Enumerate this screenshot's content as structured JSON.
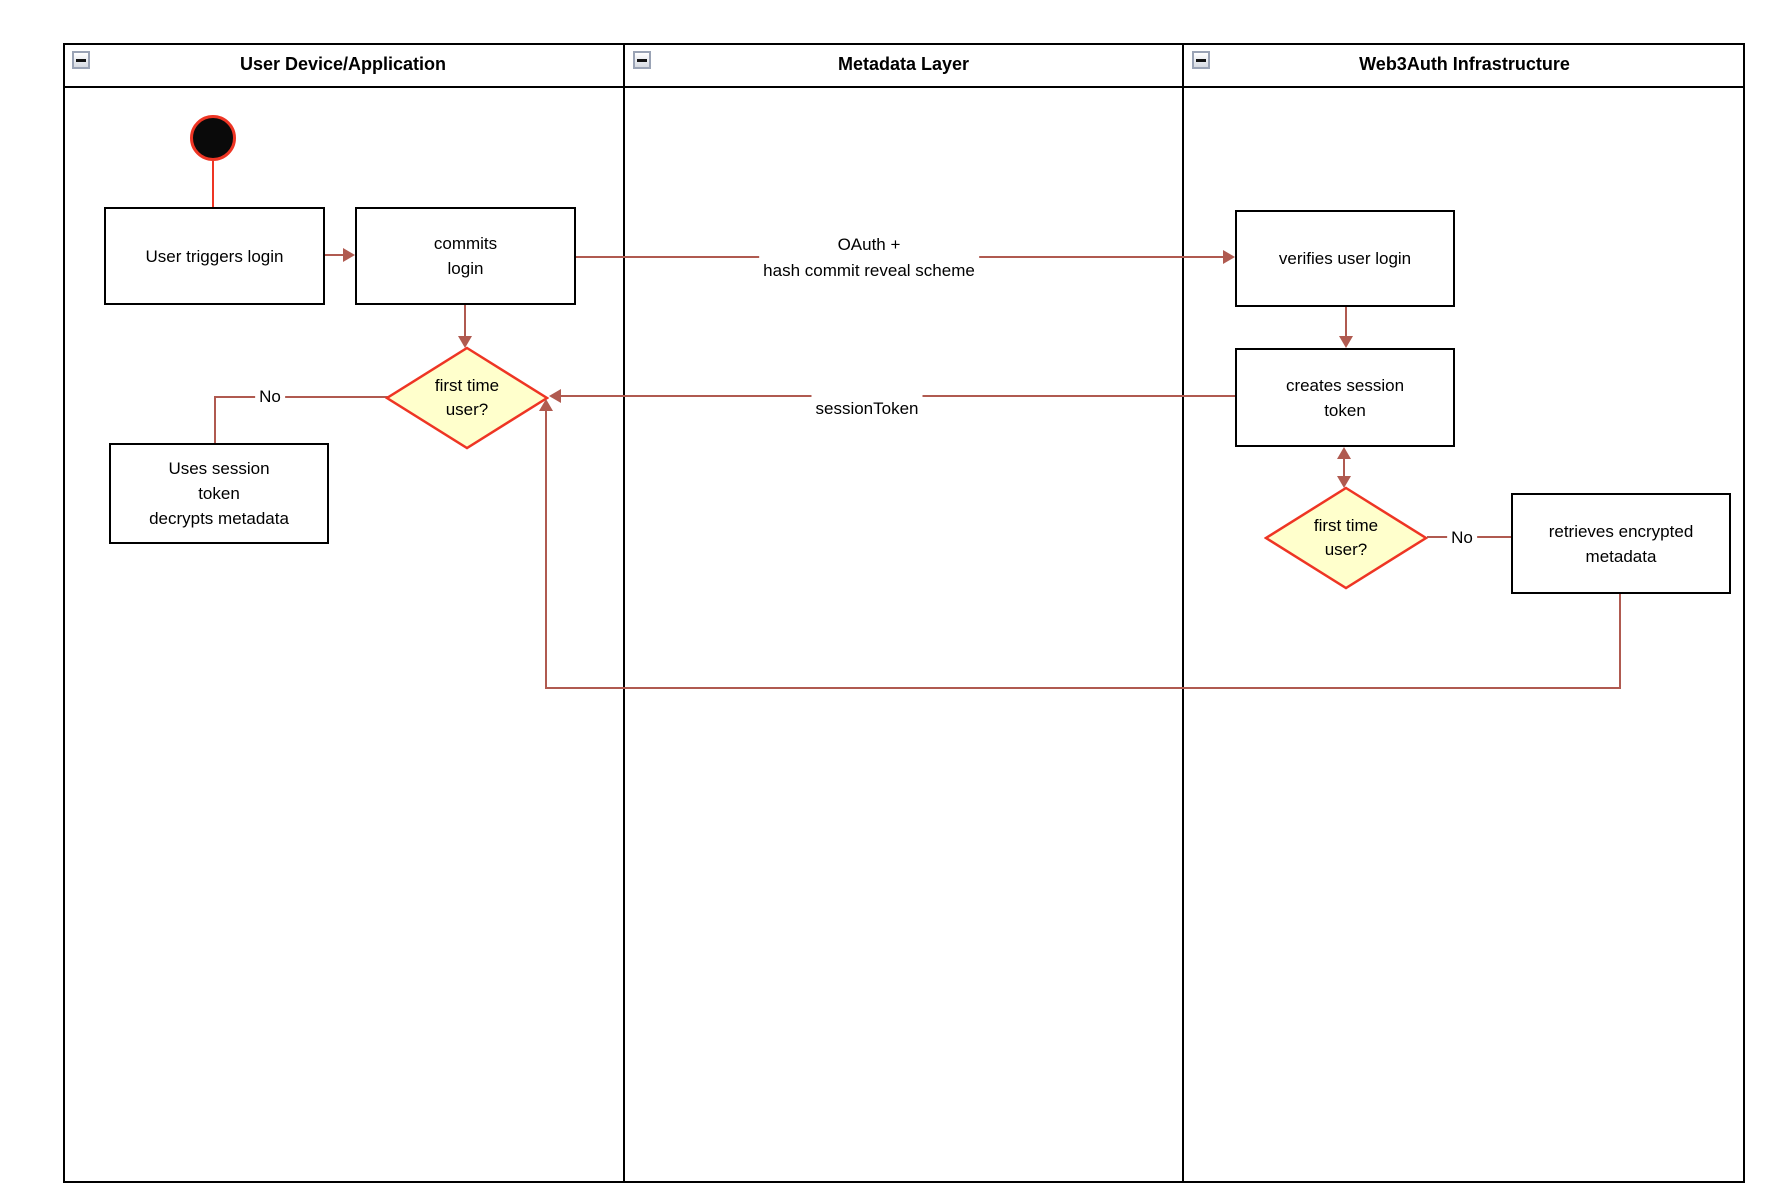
{
  "colors": {
    "connector": "#b05a50",
    "shape_accent_red": "#ee3524",
    "diamond_fill": "#ffffcc",
    "node_border": "#000000",
    "node_fill": "#ffffff"
  },
  "lanes": [
    {
      "title": "User Device/Application"
    },
    {
      "title": "Metadata Layer"
    },
    {
      "title": "Web3Auth Infrastructure"
    }
  ],
  "nodes": {
    "start": {
      "type": "initial-node"
    },
    "user_triggers_login": {
      "label": "User triggers login"
    },
    "commits_login": {
      "label": "commits\nlogin"
    },
    "first_time_user_device": {
      "label": "first time\nuser?"
    },
    "uses_session_token": {
      "label": "Uses session\ntoken\ndecrypts metadata"
    },
    "verifies_user_login": {
      "label": "verifies user login"
    },
    "creates_session_token": {
      "label": "creates session\ntoken"
    },
    "first_time_user_infra": {
      "label": "first time\nuser?"
    },
    "retrieves_encrypted_metadata": {
      "label": "retrieves encrypted\nmetadata"
    }
  },
  "edges": {
    "oauth": {
      "label": "OAuth +\nhash commit reveal scheme"
    },
    "session_token": {
      "label": "sessionToken"
    },
    "no_device": {
      "label": "No"
    },
    "no_infra": {
      "label": "No"
    }
  }
}
